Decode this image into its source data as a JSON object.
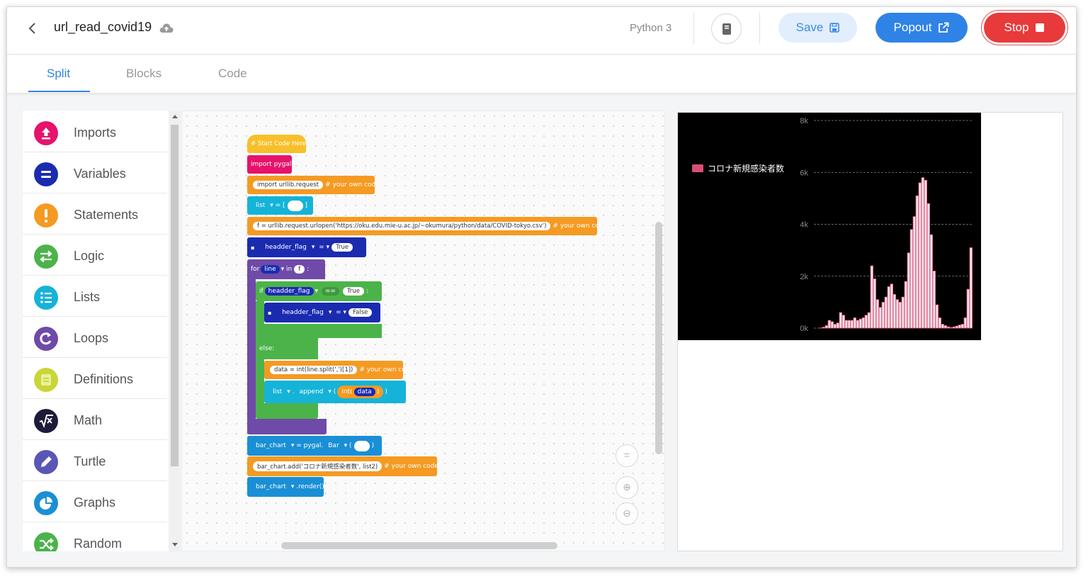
{
  "header": {
    "back_icon": "chevron-left-icon",
    "project_name": "url_read_covid19",
    "cloud_icon": "cloud-upload-icon",
    "language": "Python 3",
    "save_label": "Save",
    "popout_label": "Popout",
    "stop_label": "Stop"
  },
  "tabs": [
    "Split",
    "Blocks",
    "Code"
  ],
  "active_tab": "Split",
  "categories": [
    {
      "label": "Imports",
      "color": "#e6126b",
      "icon": "upload-icon"
    },
    {
      "label": "Variables",
      "color": "#1a2bb0",
      "icon": "equals-icon"
    },
    {
      "label": "Statements",
      "color": "#f59a22",
      "icon": "exclamation-icon"
    },
    {
      "label": "Logic",
      "color": "#4cb34a",
      "icon": "swap-icon"
    },
    {
      "label": "Lists",
      "color": "#15b3d8",
      "icon": "list-icon"
    },
    {
      "label": "Loops",
      "color": "#6f4aa8",
      "icon": "loop-icon"
    },
    {
      "label": "Definitions",
      "color": "#c8d636",
      "icon": "definition-icon"
    },
    {
      "label": "Math",
      "color": "#1c1c3a",
      "icon": "sqrt-icon"
    },
    {
      "label": "Turtle",
      "color": "#5a56b5",
      "icon": "pen-icon"
    },
    {
      "label": "Graphs",
      "color": "#1a8fd6",
      "icon": "pie-chart-icon"
    },
    {
      "label": "Random",
      "color": "#4cb34a",
      "icon": "shuffle-icon"
    }
  ],
  "blocks": {
    "start": "# Start Code Here",
    "import_pygal": "import pygal",
    "import_urllib": "import urllib.request",
    "comment": "# your own code",
    "list_var": "list",
    "assign": "= [",
    "close_bracket": "]",
    "urlopen": "f = urllib.request.urlopen('https://oku.edu.mie-u.ac.jp/~okumura/python/data/COVID-tokyo.csv')",
    "headder_flag": "headder_flag",
    "eq": "=",
    "true": "True",
    "false": "False",
    "for": "for",
    "line": "line",
    "in": "in",
    "f": "f",
    "colon": ":",
    "if": "if",
    "eqeq": "==",
    "else": "else:",
    "data_assign": "data = int(line.split(',')[1])",
    "dot": ".",
    "append": "append",
    "open_paren": "(",
    "close_paren": ")",
    "int": "int(",
    "data": "data",
    "bar_chart": "bar_chart",
    "pygal": "= pygal.",
    "bar": "Bar",
    "bar_add": "bar_chart.add('コロナ新規感染者数', list2)",
    "render": ".render()"
  },
  "chart_data": {
    "type": "bar",
    "legend": "コロナ新規感染者数",
    "legend_color": "#d94f74",
    "y_ticks": [
      "0k",
      "2k",
      "4k",
      "6k",
      "8k"
    ],
    "ylim": [
      0,
      8000
    ],
    "grid": true,
    "legend_position": "top-left",
    "series": [
      {
        "name": "コロナ新規感染者数",
        "values": [
          0,
          0,
          10,
          40,
          100,
          300,
          250,
          150,
          200,
          600,
          500,
          300,
          300,
          300,
          400,
          300,
          350,
          400,
          500,
          600,
          2400,
          1900,
          1100,
          800,
          1000,
          1200,
          1600,
          1700,
          1300,
          1100,
          1000,
          1200,
          1800,
          2900,
          3800,
          4300,
          5100,
          5600,
          5800,
          5700,
          4800,
          3600,
          2200,
          900,
          400,
          150,
          100,
          50,
          30,
          50,
          80,
          120,
          150,
          400,
          1500,
          3100
        ]
      }
    ]
  }
}
